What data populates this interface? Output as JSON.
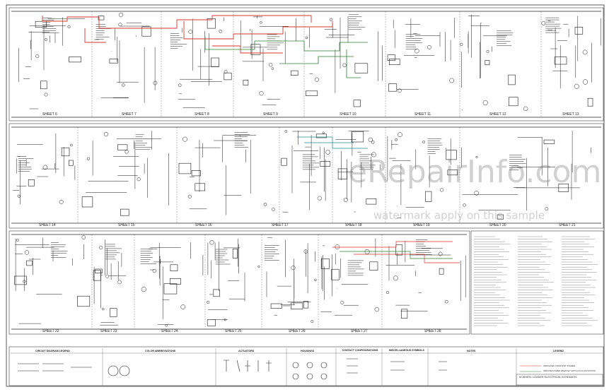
{
  "sheets": {
    "row1": [
      "SHEET 6",
      "SHEET 7",
      "SHEET 8",
      "SHEET 9",
      "SHEET 10",
      "SHEET 11",
      "SHEET 12",
      "SHEET 13"
    ],
    "row2": [
      "SHEET 14",
      "SHEET 15",
      "SHEET 16",
      "SHEET 17",
      "SHEET 18",
      "SHEET 19",
      "SHEET 20",
      "SHEET 21"
    ],
    "row3": [
      "SHEET 22",
      "SHEET 23",
      "SHEET 24",
      "SHEET 25",
      "SHEET 26",
      "SHEET 27",
      "SHEET 28"
    ]
  },
  "watermark": {
    "brand": "eRepairInfo.com",
    "note": "watermark apply on this sample"
  },
  "legend_panel": {
    "headers": [
      "CIRCUIT DIAGRAM LEGEND",
      "COLOR ABBREVIATIONS",
      "ACTUATORS",
      "HOUSINGS",
      "CONTACT CONFIGURATIONS",
      "MISCELLANEOUS SYMBOLS",
      "NOTES",
      "LEGEND"
    ],
    "legend_items": [
      {
        "text": "INDICATES CONSTANT POWER",
        "color": "#d9342b"
      },
      {
        "text": "INDICATES POWER WHEN KEY SWITCH IS IN ON POSITION",
        "color": "#2f7d32"
      }
    ]
  },
  "title_block": {
    "title": "W WHEEL LOADER ELECTRICAL SCHEMATIC"
  },
  "colors": {
    "line": "#1a1a1a",
    "red": "#d9342b",
    "green": "#2f7d32",
    "teal": "#1f8a8a",
    "frame": "#333333"
  }
}
